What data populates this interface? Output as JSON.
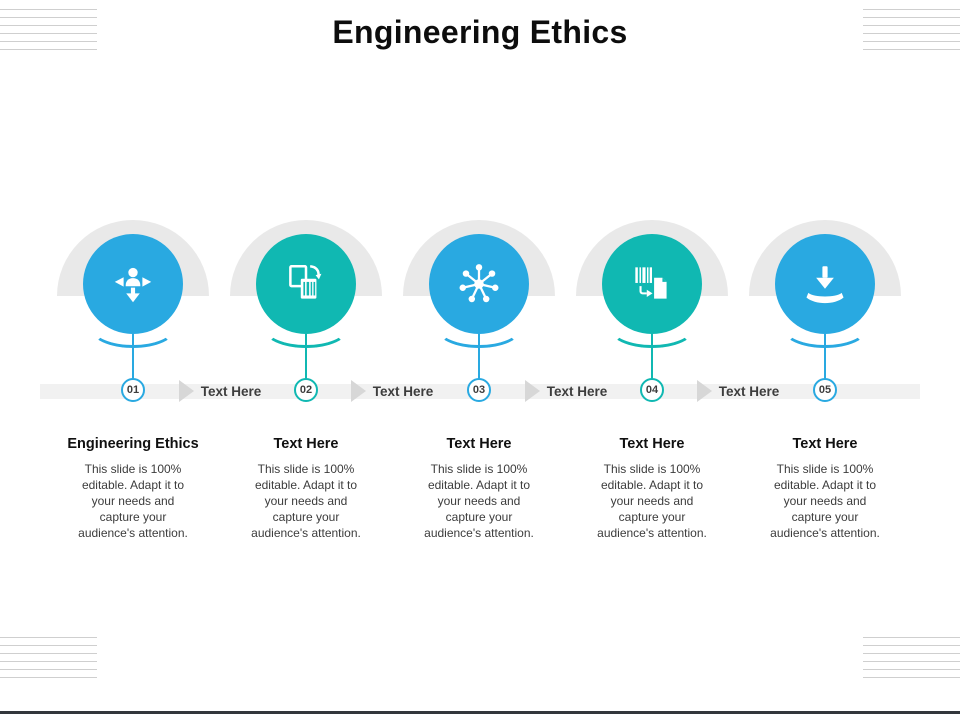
{
  "slide": {
    "title": "Engineering Ethics"
  },
  "colors": {
    "blue": "#29A9E1",
    "teal": "#10B8B2"
  },
  "timeline": {
    "labels": [
      "Text Here",
      "Text Here",
      "Text Here",
      "Text Here"
    ]
  },
  "steps": [
    {
      "number": "01",
      "accent": "blue",
      "icon": "person-directions-icon",
      "heading": "Engineering Ethics",
      "body": "This slide is 100% editable. Adapt it to your needs and capture your audience's attention."
    },
    {
      "number": "02",
      "accent": "teal",
      "icon": "document-scan-icon",
      "heading": "Text Here",
      "body": "This slide is 100% editable. Adapt it to your needs and capture your audience's attention."
    },
    {
      "number": "03",
      "accent": "blue",
      "icon": "network-hub-icon",
      "heading": "Text Here",
      "body": "This slide is 100% editable. Adapt it to your needs and capture your audience's attention."
    },
    {
      "number": "04",
      "accent": "teal",
      "icon": "barcode-document-icon",
      "heading": "Text Here",
      "body": "This slide is 100% editable. Adapt it to your needs and capture your audience's attention."
    },
    {
      "number": "05",
      "accent": "blue",
      "icon": "hand-download-icon",
      "heading": "Text Here",
      "body": "This slide is 100% editable. Adapt it to your needs and capture your audience's attention."
    }
  ]
}
